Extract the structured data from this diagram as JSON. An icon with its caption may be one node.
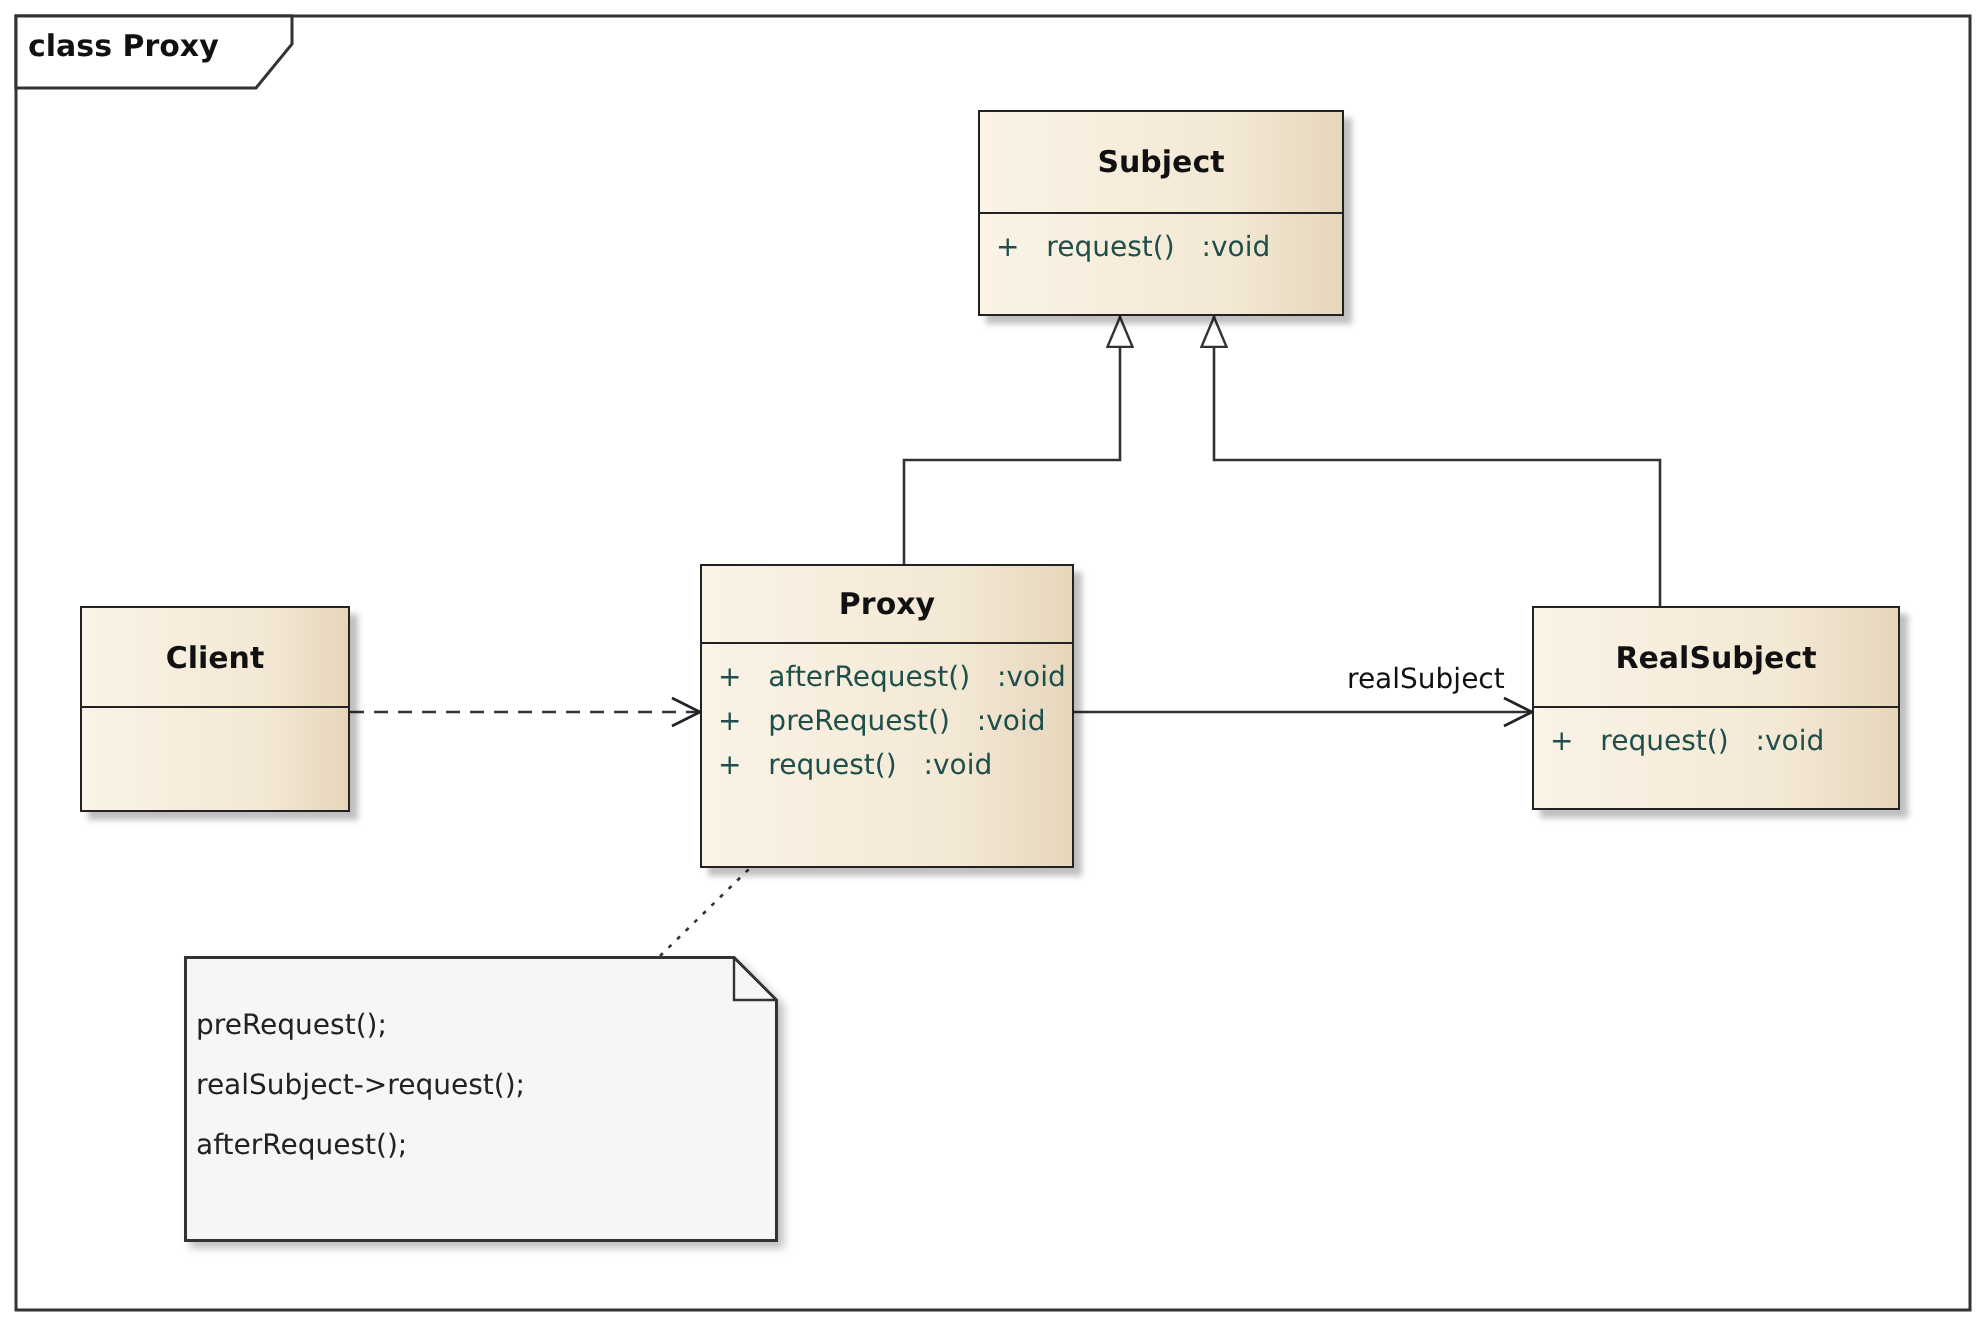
{
  "diagram": {
    "title": "class Proxy",
    "nodes": [
      {
        "text": [
          "Subject",
          "+ request() :void"
        ]
      },
      {
        "text": [
          "Client"
        ]
      },
      {
        "text": [
          "Proxy",
          "+ afterRequest() :void",
          "+ preRequest() :void",
          "+ request() :void"
        ]
      },
      {
        "text": [
          "RealSubject",
          "+ request() :void"
        ]
      },
      {
        "text": [
          "preRequest();",
          "realSubject->request();",
          "afterRequest();"
        ]
      }
    ],
    "edges": [
      {
        "from": 2,
        "to": 0,
        "arrow": "to"
      },
      {
        "from": 3,
        "to": 0,
        "arrow": "to"
      },
      {
        "from": 1,
        "to": 2,
        "arrow": "to",
        "style": "dashed"
      },
      {
        "from": 2,
        "to": 3,
        "arrow": "to",
        "label": "realSubject"
      },
      {
        "from": 4,
        "to": 2,
        "arrow": "none",
        "style": "dashed"
      }
    ]
  }
}
